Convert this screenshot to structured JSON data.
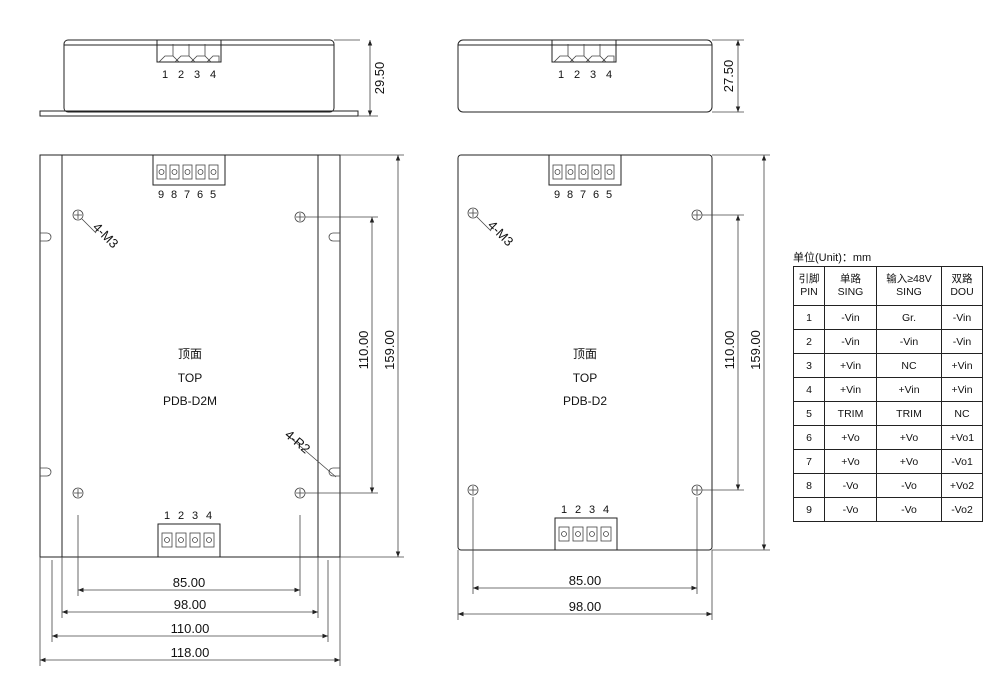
{
  "left_module": {
    "side_height": "29.50",
    "side_pins": [
      "1",
      "2",
      "3",
      "4"
    ],
    "top_pins": [
      "9",
      "8",
      "7",
      "6",
      "5"
    ],
    "bottom_pins": [
      "1",
      "2",
      "3",
      "4"
    ],
    "hole_label": "4-M3",
    "radius_label": "4-R2",
    "center_label_cn": "顶面",
    "center_label_en": "TOP",
    "model": "PDB-D2M",
    "dim_hole_vertical": "110.00",
    "dim_height": "159.00",
    "dim_85": "85.00",
    "dim_98": "98.00",
    "dim_110": "110.00",
    "dim_118": "118.00"
  },
  "right_module": {
    "side_height": "27.50",
    "side_pins": [
      "1",
      "2",
      "3",
      "4"
    ],
    "top_pins": [
      "9",
      "8",
      "7",
      "6",
      "5"
    ],
    "bottom_pins": [
      "1",
      "2",
      "3",
      "4"
    ],
    "hole_label": "4-M3",
    "center_label_cn": "顶面",
    "center_label_en": "TOP",
    "model": "PDB-D2",
    "dim_hole_vertical": "110.00",
    "dim_height": "159.00",
    "dim_85": "85.00",
    "dim_98": "98.00"
  },
  "pin_table": {
    "unit_label": "单位(Unit)：mm",
    "headers": [
      [
        "引脚",
        "PIN"
      ],
      [
        "单路",
        "SING"
      ],
      [
        "输入≥48V",
        "SING"
      ],
      [
        "双路",
        "DOU"
      ]
    ],
    "rows": [
      [
        "1",
        "-Vin",
        "Gr.",
        "-Vin"
      ],
      [
        "2",
        "-Vin",
        "-Vin",
        "-Vin"
      ],
      [
        "3",
        "+Vin",
        "NC",
        "+Vin"
      ],
      [
        "4",
        "+Vin",
        "+Vin",
        "+Vin"
      ],
      [
        "5",
        "TRIM",
        "TRIM",
        "NC"
      ],
      [
        "6",
        "+Vo",
        "+Vo",
        "+Vo1"
      ],
      [
        "7",
        "+Vo",
        "+Vo",
        "-Vo1"
      ],
      [
        "8",
        "-Vo",
        "-Vo",
        "+Vo2"
      ],
      [
        "9",
        "-Vo",
        "-Vo",
        "-Vo2"
      ]
    ]
  }
}
